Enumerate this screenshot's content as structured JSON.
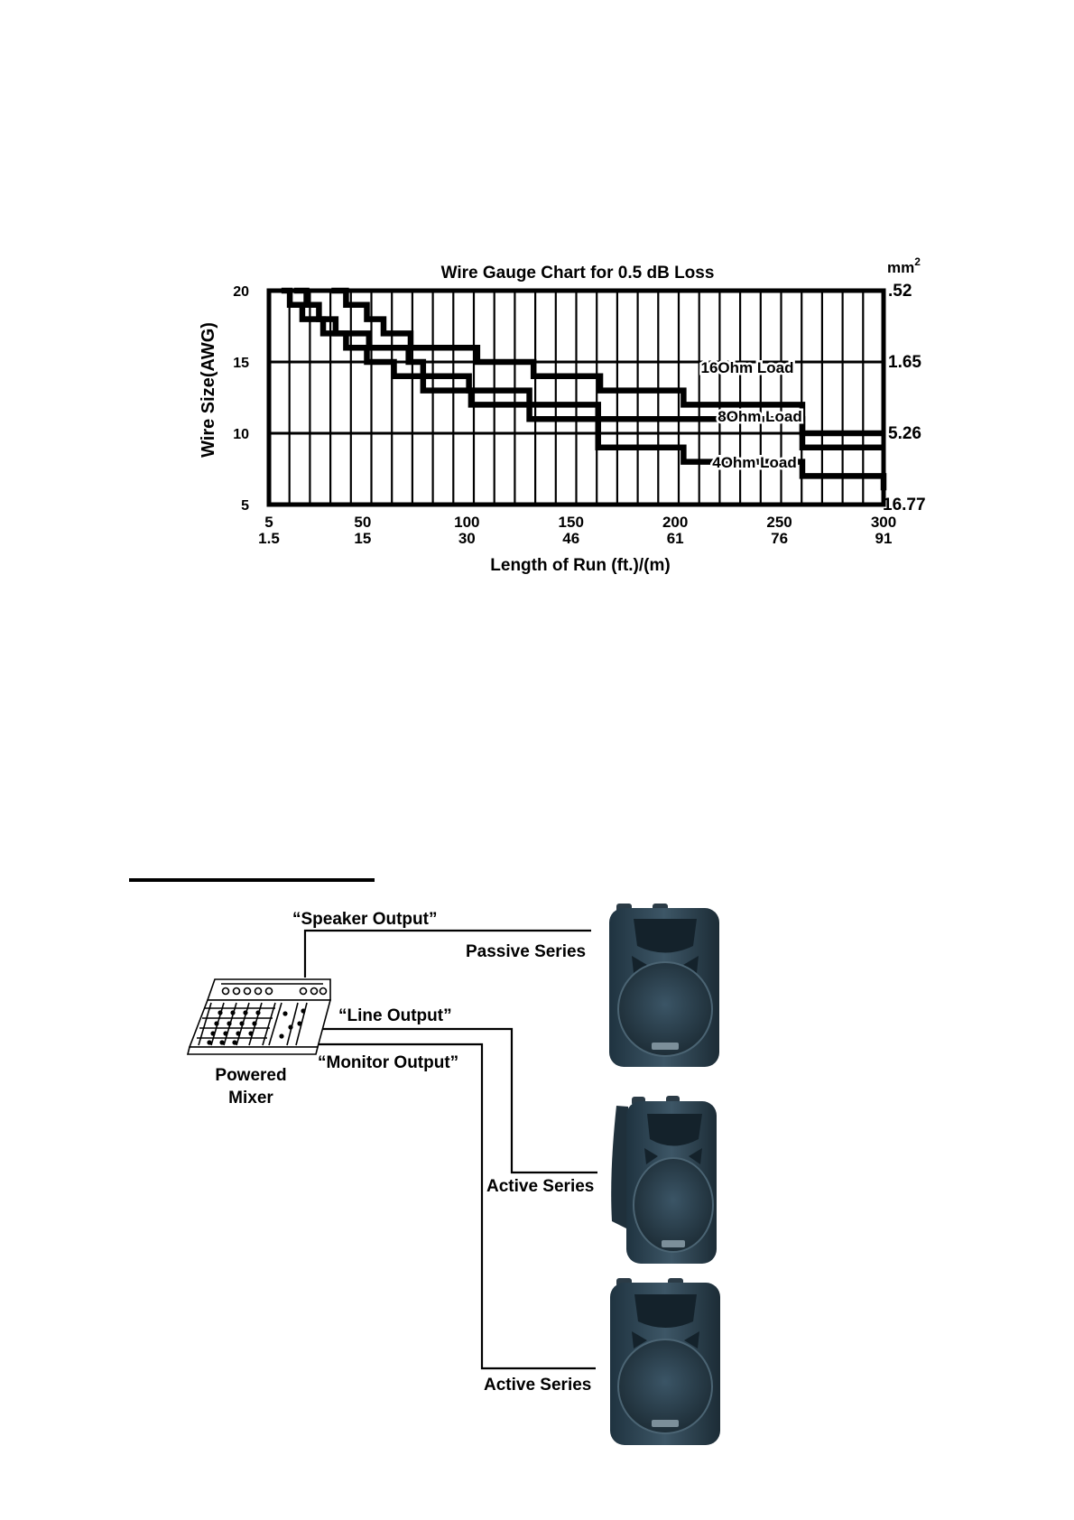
{
  "chart_data": {
    "type": "line",
    "title": "Wire Gauge Chart for 0.5 dB Loss",
    "ylabel": "Wire Size(AWG)",
    "xlabel": "Length of Run (ft.)/(m)",
    "y2label": "mm",
    "y2label_sup": "2",
    "xlim": [
      5,
      300
    ],
    "ylim": [
      5,
      20
    ],
    "y_ticks": [
      "20",
      "15",
      "10",
      "5"
    ],
    "y_tick_values": [
      20,
      15,
      10,
      5
    ],
    "y2_ticks": [
      ".52",
      "1.65",
      "5.26",
      "16.77"
    ],
    "x_ticks_ft": [
      "5",
      "50",
      "100",
      "150",
      "200",
      "250",
      "300"
    ],
    "x_ticks_m": [
      "1.5",
      "15",
      "30",
      "46",
      "61",
      "76",
      "91"
    ],
    "x_tick_values": [
      5,
      50,
      100,
      150,
      200,
      250,
      300
    ],
    "grid": true,
    "series": [
      {
        "name": "16Ohm Load",
        "x": [
          35,
          42,
          52,
          60,
          73,
          79,
          105,
          132,
          164,
          204,
          261,
          300
        ],
        "y": [
          20,
          19,
          18,
          17,
          16,
          16,
          15,
          14,
          13,
          12,
          10,
          10
        ]
      },
      {
        "name": "8Ohm Load",
        "x": [
          17,
          23,
          29,
          37,
          53,
          72,
          79,
          101,
          130,
          163,
          204,
          261,
          300
        ],
        "y": [
          20,
          19,
          18,
          17,
          16,
          15,
          14,
          13,
          12,
          11,
          11,
          9,
          9
        ]
      },
      {
        "name": "4Ohm Load",
        "x": [
          11,
          15,
          21,
          31,
          42,
          52,
          65,
          79,
          102,
          130,
          163,
          204,
          261,
          300
        ],
        "y": [
          20,
          19,
          18,
          17,
          16,
          15,
          14,
          13,
          12,
          11,
          9,
          8,
          7,
          6
        ]
      }
    ]
  },
  "diagram": {
    "speaker_output": "“Speaker Output”",
    "line_output": "“Line Output”",
    "monitor_output": "“Monitor Output”",
    "mixer_line1": "Powered",
    "mixer_line2": "Mixer",
    "passive_series": "Passive Series",
    "active_series_1": "Active Series",
    "active_series_2": "Active Series"
  }
}
